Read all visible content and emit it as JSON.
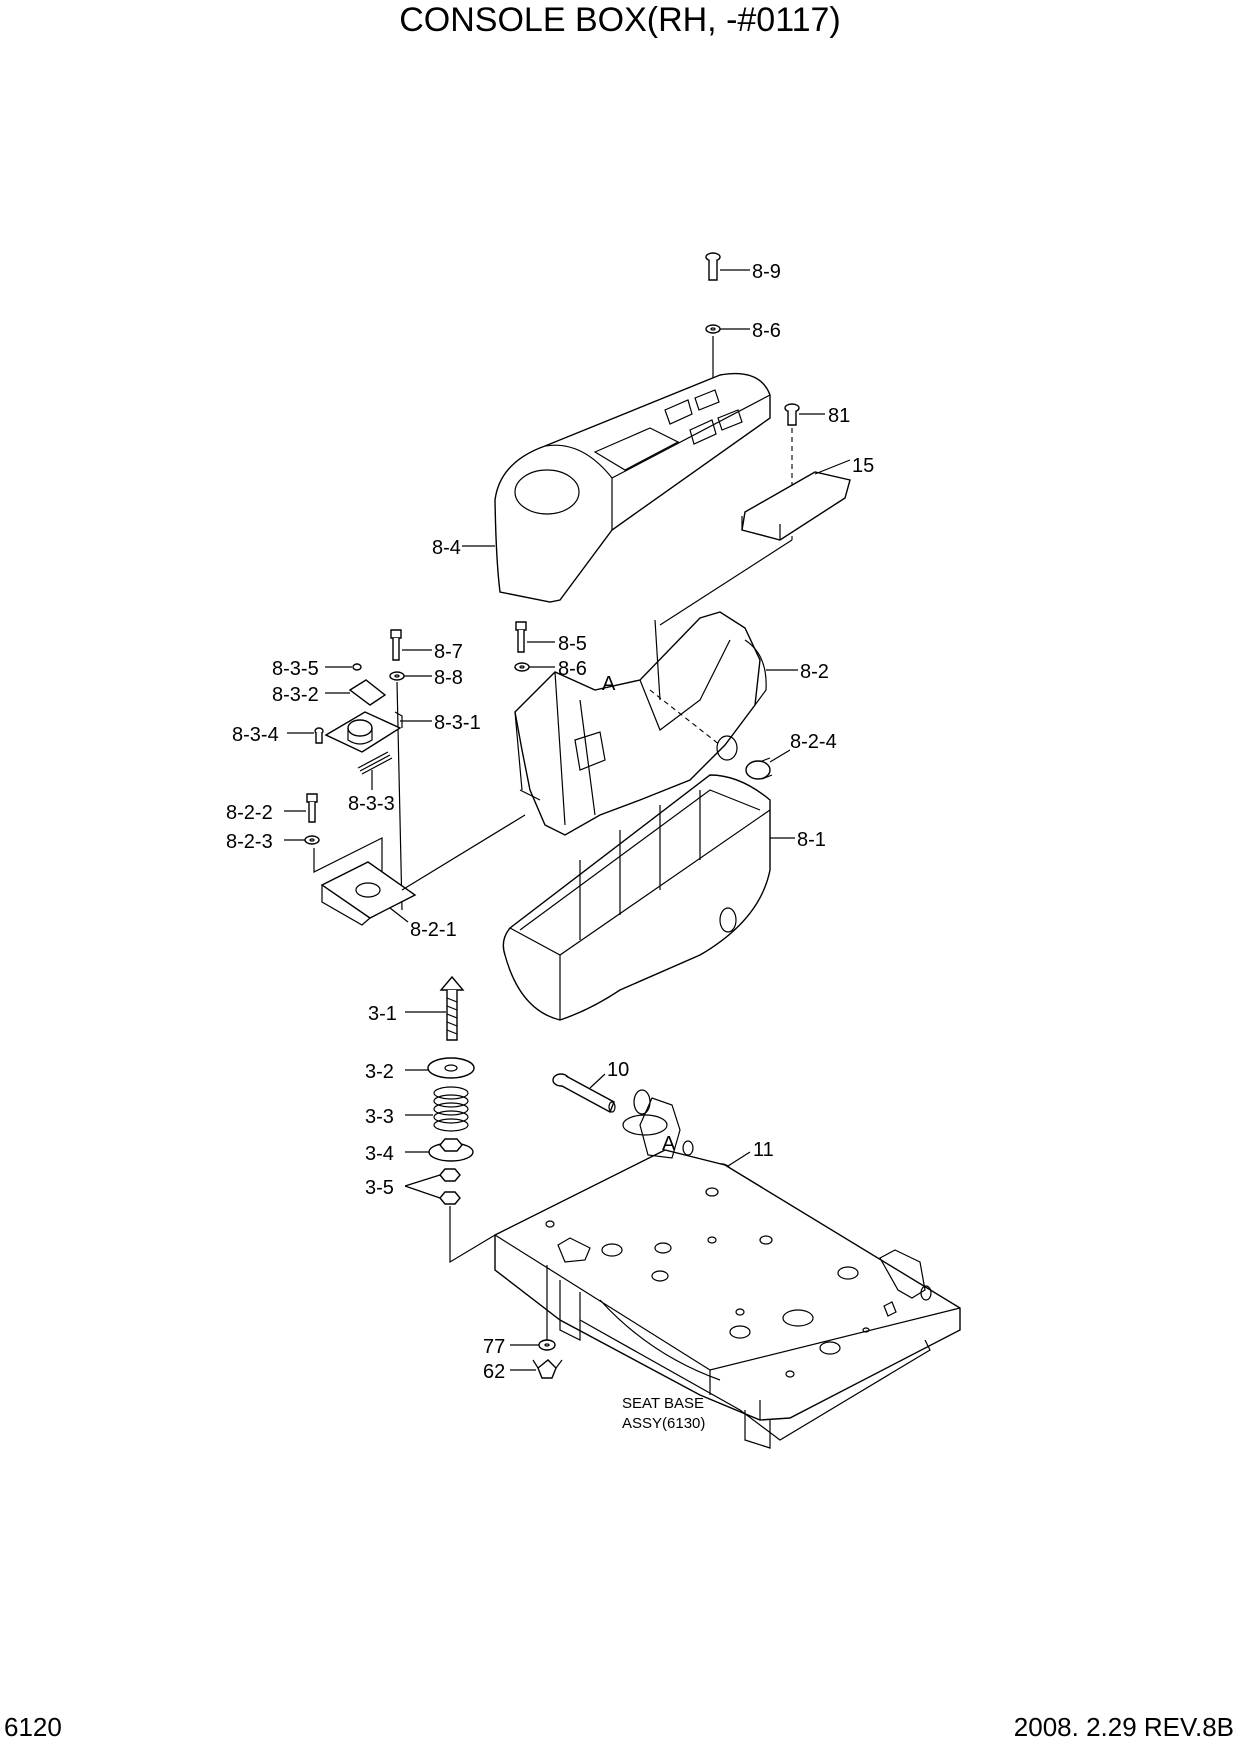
{
  "title": "CONSOLE BOX(RH, -#0117)",
  "footer": {
    "page_number": "6120",
    "date_rev": "2008. 2.29 REV.8B"
  },
  "callouts": {
    "c_8_9": "8-9",
    "c_8_6_top": "8-6",
    "c_81": "81",
    "c_15": "15",
    "c_8_4": "8-4",
    "c_8_7": "8-7",
    "c_8_5": "8-5",
    "c_8_2": "8-2",
    "c_8_3_5": "8-3-5",
    "c_8_8": "8-8",
    "c_8_6_mid": "8-6",
    "c_a_upper": "A",
    "c_8_3_2": "8-3-2",
    "c_8_3_1": "8-3-1",
    "c_8_3_4": "8-3-4",
    "c_8_2_4": "8-2-4",
    "c_8_3_3": "8-3-3",
    "c_8_2_2": "8-2-2",
    "c_8_1": "8-1",
    "c_8_2_3": "8-2-3",
    "c_8_2_1": "8-2-1",
    "c_3_1": "3-1",
    "c_3_2": "3-2",
    "c_10": "10",
    "c_3_3": "3-3",
    "c_3_4": "3-4",
    "c_a_lower": "A",
    "c_11": "11",
    "c_3_5": "3-5",
    "c_77": "77",
    "c_62": "62"
  },
  "seat_base_note": {
    "line1": "SEAT BASE",
    "line2": "ASSY(6130)"
  }
}
